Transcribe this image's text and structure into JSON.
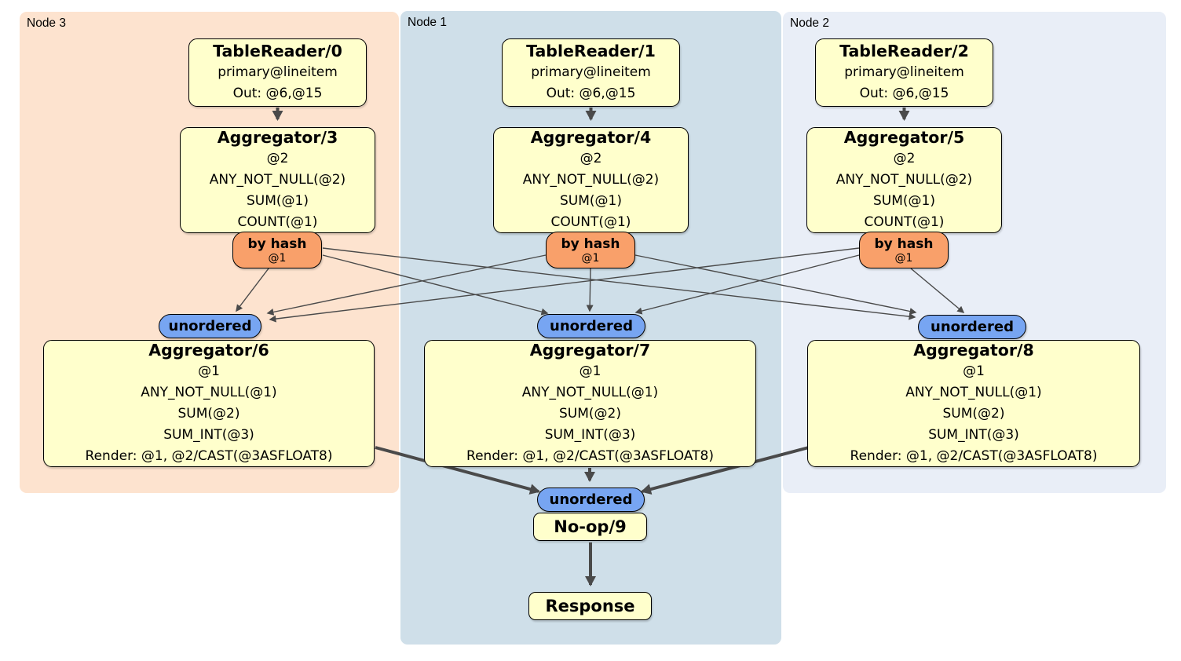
{
  "diagram_type": "distsql-plan",
  "groups": [
    {
      "label": "Node 3",
      "reader": {
        "title": "TableReader/0",
        "lines": [
          "primary@lineitem",
          "Out: @6,@15"
        ]
      },
      "aggregator_top": {
        "title": "Aggregator/3",
        "lines": [
          "@2",
          "ANY_NOT_NULL(@2)",
          "SUM(@1)",
          "COUNT(@1)"
        ]
      },
      "router": {
        "label": "by hash",
        "detail": "@1"
      },
      "sync_label": "unordered",
      "aggregator_bottom": {
        "title": "Aggregator/6",
        "lines": [
          "@1",
          "ANY_NOT_NULL(@1)",
          "SUM(@2)",
          "SUM_INT(@3)",
          "Render: @1, @2/CAST(@3ASFLOAT8)"
        ]
      }
    },
    {
      "label": "Node 1",
      "reader": {
        "title": "TableReader/1",
        "lines": [
          "primary@lineitem",
          "Out: @6,@15"
        ]
      },
      "aggregator_top": {
        "title": "Aggregator/4",
        "lines": [
          "@2",
          "ANY_NOT_NULL(@2)",
          "SUM(@1)",
          "COUNT(@1)"
        ]
      },
      "router": {
        "label": "by hash",
        "detail": "@1"
      },
      "sync_label": "unordered",
      "aggregator_bottom": {
        "title": "Aggregator/7",
        "lines": [
          "@1",
          "ANY_NOT_NULL(@1)",
          "SUM(@2)",
          "SUM_INT(@3)",
          "Render: @1, @2/CAST(@3ASFLOAT8)"
        ]
      }
    },
    {
      "label": "Node 2",
      "reader": {
        "title": "TableReader/2",
        "lines": [
          "primary@lineitem",
          "Out: @6,@15"
        ]
      },
      "aggregator_top": {
        "title": "Aggregator/5",
        "lines": [
          "@2",
          "ANY_NOT_NULL(@2)",
          "SUM(@1)",
          "COUNT(@1)"
        ]
      },
      "router": {
        "label": "by hash",
        "detail": "@1"
      },
      "sync_label": "unordered",
      "aggregator_bottom": {
        "title": "Aggregator/8",
        "lines": [
          "@1",
          "ANY_NOT_NULL(@1)",
          "SUM(@2)",
          "SUM_INT(@3)",
          "Render: @1, @2/CAST(@3ASFLOAT8)"
        ]
      }
    }
  ],
  "final": {
    "sync_label": "unordered",
    "noop_title": "No-op/9",
    "response_title": "Response"
  },
  "colors": {
    "node3_bg": "#fde3cf",
    "node1_bg": "#cfdfe9",
    "node2_bg": "#e9eef7",
    "operator_bg": "#ffffcc",
    "router_bg": "#f9a06a",
    "sync_bg": "#77a5f2",
    "edge": "#4a4a4a"
  }
}
